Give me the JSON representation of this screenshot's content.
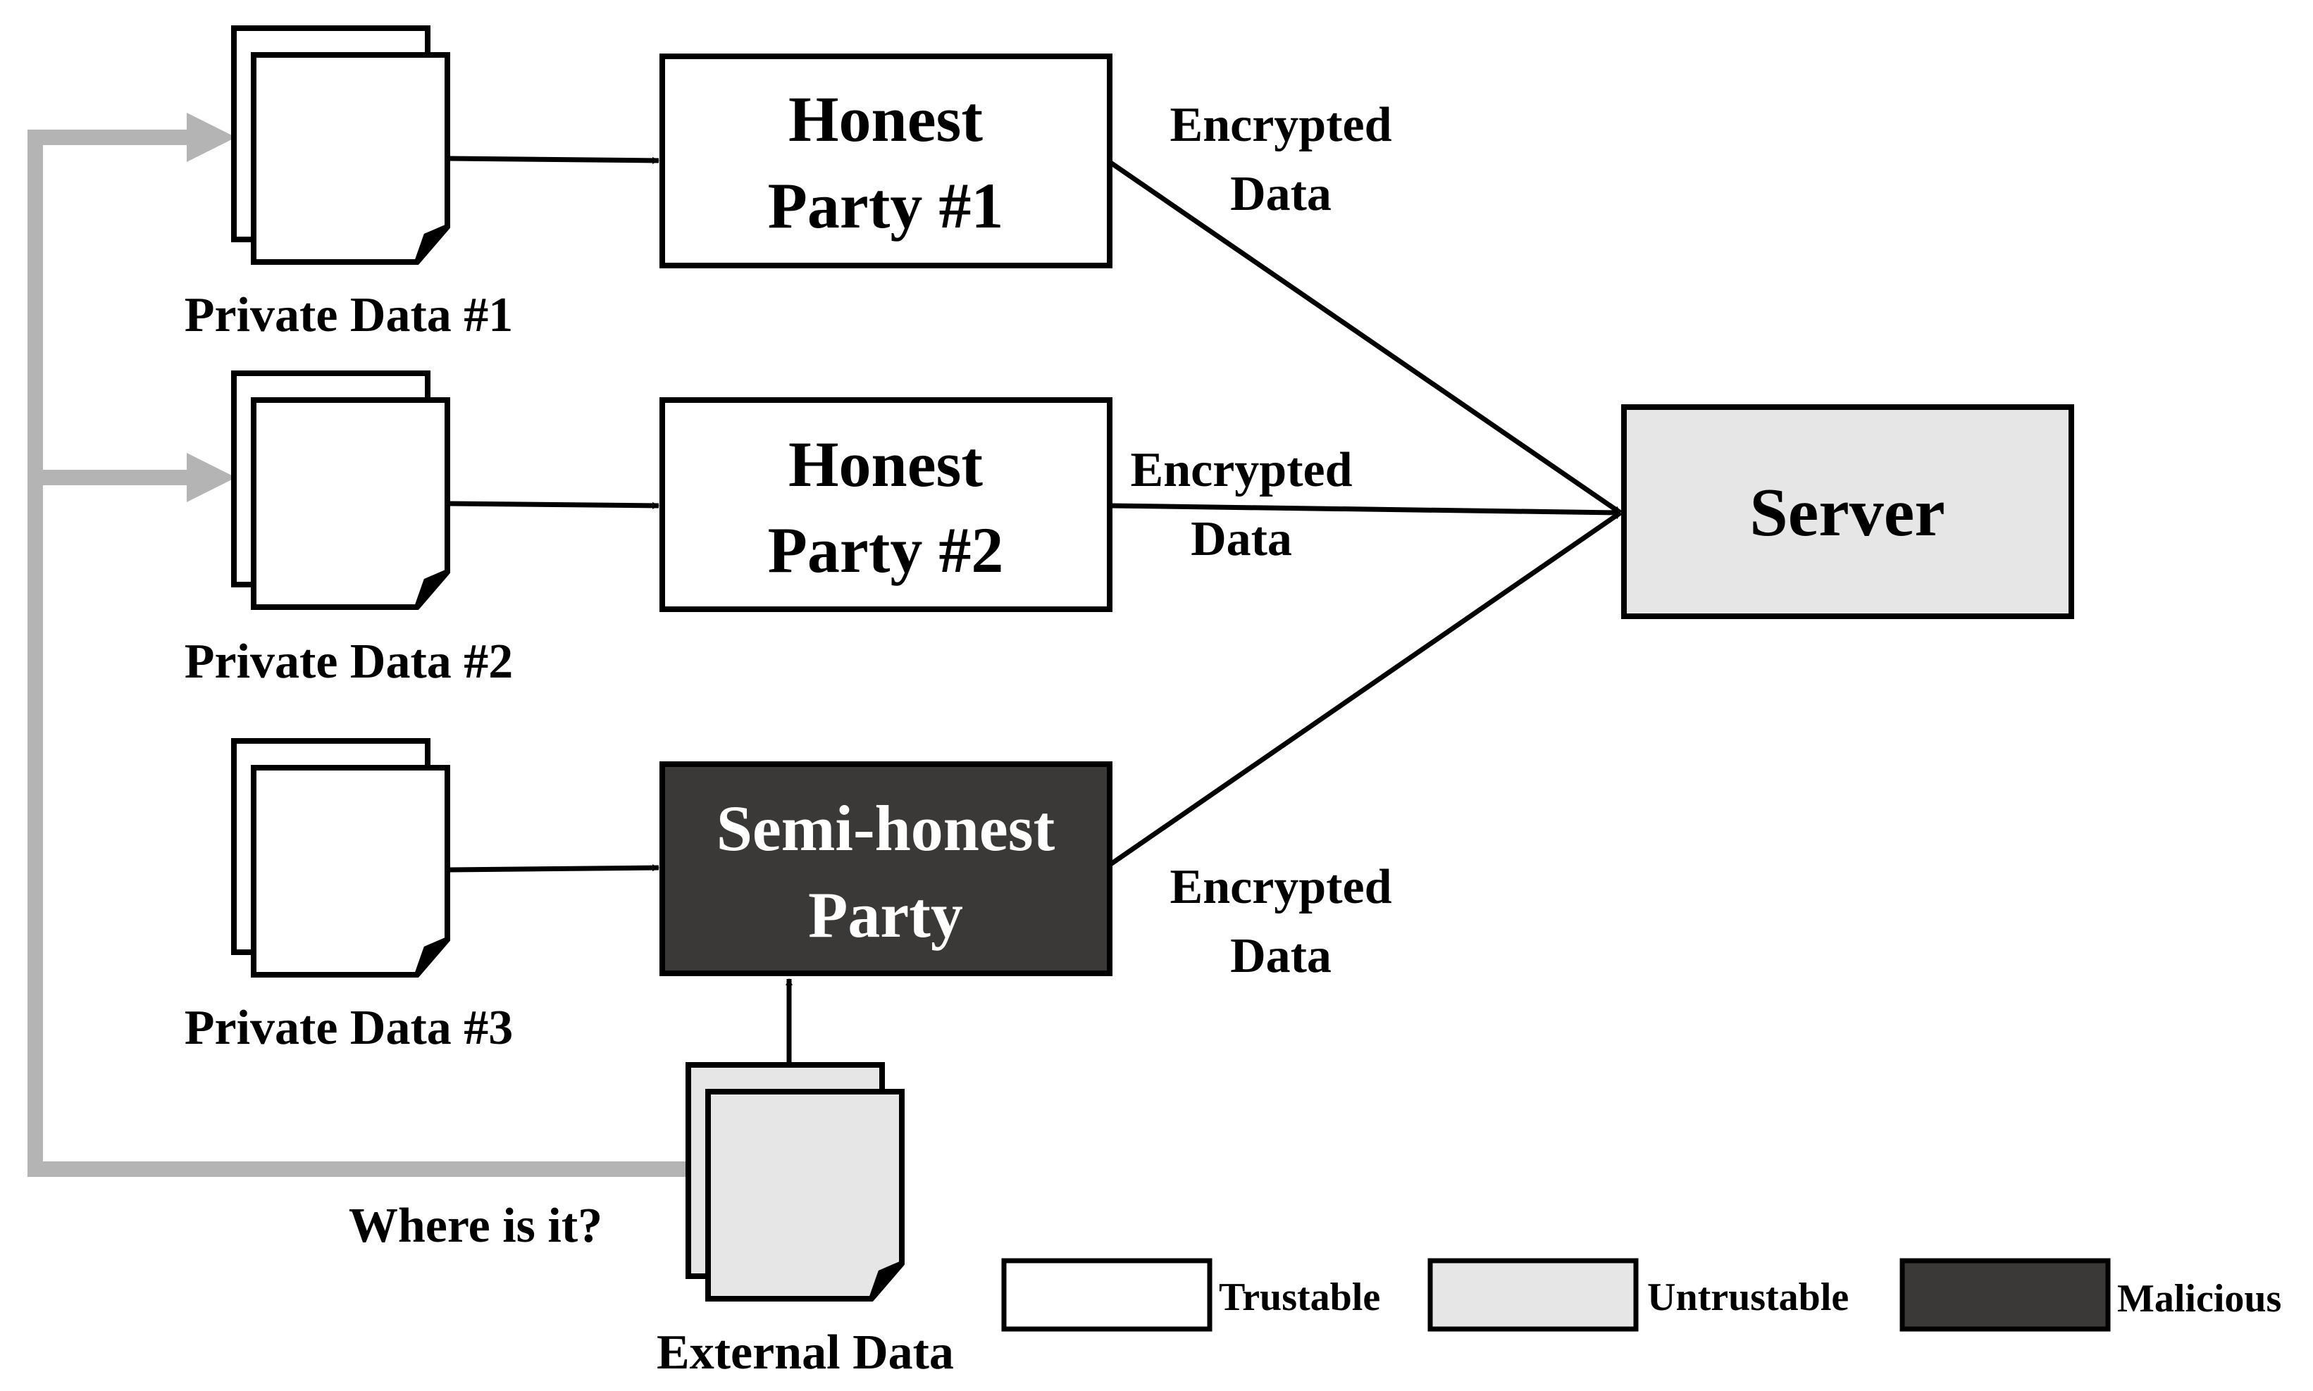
{
  "parties": {
    "honest1": {
      "line1": "Honest",
      "line2": "Party #1"
    },
    "honest2": {
      "line1": "Honest",
      "line2": "Party #2"
    },
    "semi": {
      "line1": "Semi-honest",
      "line2": "Party"
    }
  },
  "server": {
    "label": "Server"
  },
  "data": {
    "private1": "Private Data #1",
    "private2": "Private Data #2",
    "private3": "Private Data #3",
    "external": "External Data"
  },
  "edges": {
    "enc1": {
      "line1": "Encrypted",
      "line2": "Data"
    },
    "enc2": {
      "line1": "Encrypted",
      "line2": "Data"
    },
    "enc3": {
      "line1": "Encrypted",
      "line2": "Data"
    },
    "question": "Where is it?"
  },
  "legend": {
    "trustable": "Trustable",
    "untrustable": "Untrustable",
    "malicious": "Malicious"
  },
  "colors": {
    "trustable": "#ffffff",
    "untrustable": "#e6e6e6",
    "malicious": "#3a3937",
    "stroke": "#000000",
    "leak_arrow": "#b4b4b4"
  }
}
